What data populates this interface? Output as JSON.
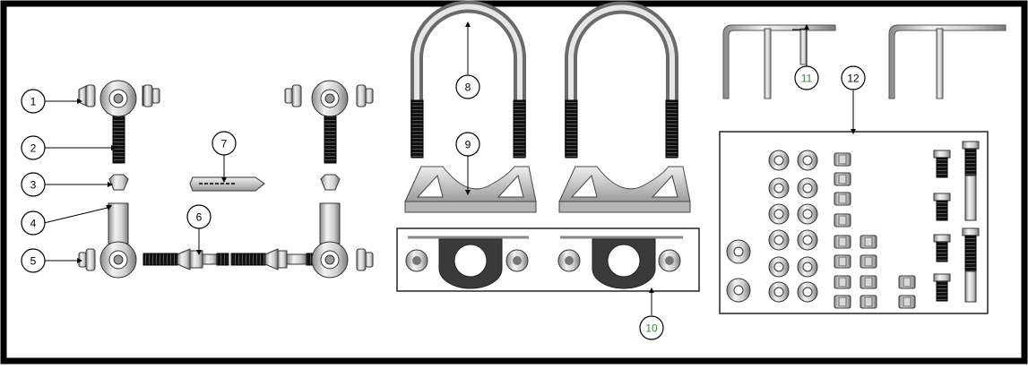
{
  "diagram": {
    "callouts": [
      {
        "id": "callout-1",
        "label": "1"
      },
      {
        "id": "callout-2",
        "label": "2"
      },
      {
        "id": "callout-3",
        "label": "3"
      },
      {
        "id": "callout-4",
        "label": "4"
      },
      {
        "id": "callout-5",
        "label": "5"
      },
      {
        "id": "callout-6",
        "label": "6"
      },
      {
        "id": "callout-7",
        "label": "7"
      },
      {
        "id": "callout-8",
        "label": "8"
      },
      {
        "id": "callout-9",
        "label": "9"
      },
      {
        "id": "callout-10",
        "label": "10"
      },
      {
        "id": "callout-11",
        "label": "11"
      },
      {
        "id": "callout-12",
        "label": "12"
      }
    ],
    "colors": {
      "frame": "#000000",
      "metal_light": "#e4e4e4",
      "metal_mid": "#b9b9b9",
      "metal_dark": "#6f6f6f",
      "thread": "#1b1b1b",
      "plate": "#3a3a3a",
      "callout_green": "#2f8f2f"
    }
  }
}
